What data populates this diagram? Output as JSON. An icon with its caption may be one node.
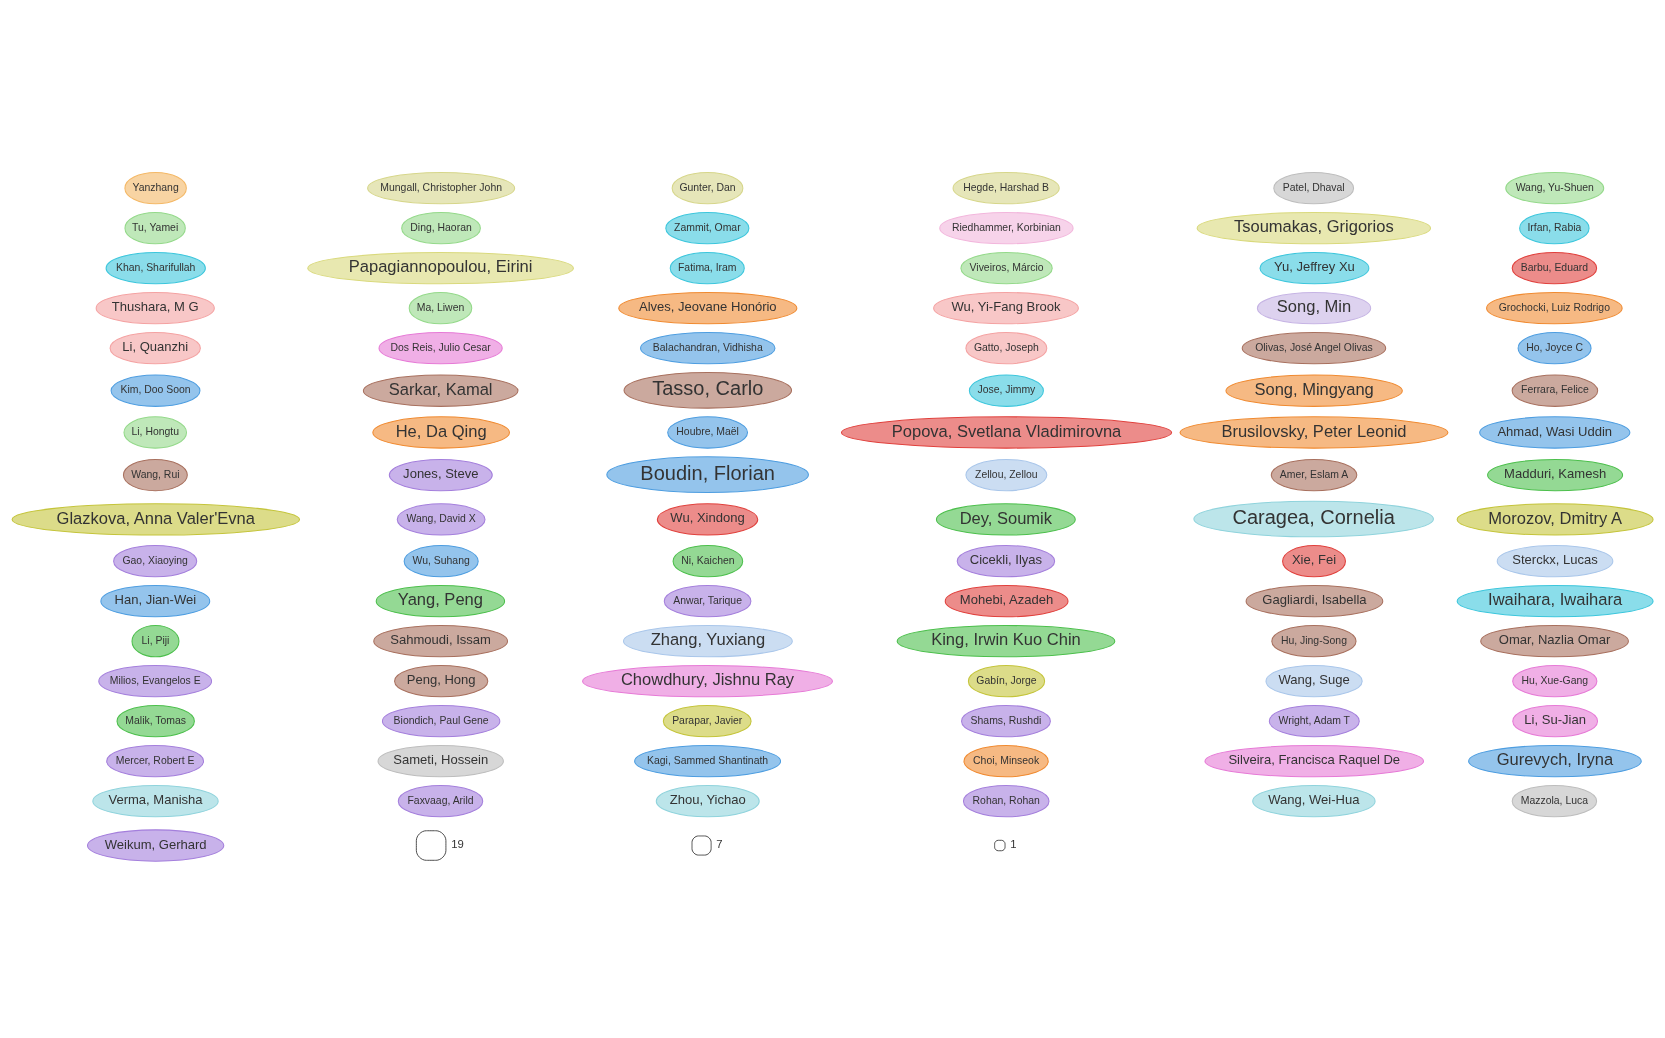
{
  "diagram": {
    "nodes": [
      {
        "text": [
          "Yanzhang"
        ]
      },
      {
        "text": [
          "Mungall, Christopher John"
        ]
      },
      {
        "text": [
          "Gunter, Dan"
        ]
      },
      {
        "text": [
          "Hegde, Harshad B"
        ]
      },
      {
        "text": [
          "Patel, Dhaval"
        ]
      },
      {
        "text": [
          "Wang, Yu-Shuen"
        ]
      },
      {
        "text": [
          "Tu, Yamei"
        ]
      },
      {
        "text": [
          "Ding, Haoran"
        ]
      },
      {
        "text": [
          "Zammit, Omar"
        ]
      },
      {
        "text": [
          "Riedhammer, Korbinian"
        ]
      },
      {
        "text": [
          "Tsoumakas, Grigorios"
        ]
      },
      {
        "text": [
          "Irfan, Rabia"
        ]
      },
      {
        "text": [
          "Khan, Sharifullah"
        ]
      },
      {
        "text": [
          "Papagiannopoulou, Eirini"
        ]
      },
      {
        "text": [
          "Fatima, Iram"
        ]
      },
      {
        "text": [
          "Viveiros, Márcio"
        ]
      },
      {
        "text": [
          "Yu, Jeffrey Xu"
        ]
      },
      {
        "text": [
          "Barbu, Eduard"
        ]
      },
      {
        "text": [
          "Thushara, M G"
        ]
      },
      {
        "text": [
          "Ma, Liwen"
        ]
      },
      {
        "text": [
          "Alves, Jeovane Honório"
        ]
      },
      {
        "text": [
          "Wu, Yi-Fang Brook"
        ]
      },
      {
        "text": [
          "Song, Min"
        ]
      },
      {
        "text": [
          "Grochocki, Luiz Rodrigo"
        ]
      },
      {
        "text": [
          "Li, Quanzhi"
        ]
      },
      {
        "text": [
          "Dos Reis, Julio Cesar"
        ]
      },
      {
        "text": [
          "Balachandran, Vidhisha"
        ]
      },
      {
        "text": [
          "Gatto, Joseph"
        ]
      },
      {
        "text": [
          "Olivas, José Angel Olivas"
        ]
      },
      {
        "text": [
          "Ho, Joyce C"
        ]
      },
      {
        "text": [
          "Kim, Doo Soon"
        ]
      },
      {
        "text": [
          "Sarkar, Kamal"
        ]
      },
      {
        "text": [
          "Tasso, Carlo"
        ]
      },
      {
        "text": [
          "Jose, Jimmy"
        ]
      },
      {
        "text": [
          "Song, Mingyang"
        ]
      },
      {
        "text": [
          "Ferrara, Felice"
        ]
      },
      {
        "text": [
          "Li, Hongtu"
        ]
      },
      {
        "text": [
          "He, Da Qing"
        ]
      },
      {
        "text": [
          "Houbre, Maël"
        ]
      },
      {
        "text": [
          "Popova, Svetlana Vladimirovna"
        ]
      },
      {
        "text": [
          "Brusilovsky, Peter Leonid"
        ]
      },
      {
        "text": [
          "Ahmad, Wasi Uddin"
        ]
      },
      {
        "text": [
          "Wang, Rui"
        ]
      },
      {
        "text": [
          "Jones, Steve"
        ]
      },
      {
        "text": [
          "Boudin, Florian"
        ]
      },
      {
        "text": [
          "Zellou, Zellou"
        ]
      },
      {
        "text": [
          "Amer, Eslam A"
        ]
      },
      {
        "text": [
          "Madduri, Kamesh"
        ]
      },
      {
        "text": [
          "Glazkova, Anna Valer'Evna"
        ]
      },
      {
        "text": [
          "Wang, David X"
        ]
      },
      {
        "text": [
          "Wu, Xindong"
        ]
      },
      {
        "text": [
          "Dey, Soumik"
        ]
      },
      {
        "text": [
          "Caragea, Cornelia"
        ]
      },
      {
        "text": [
          "Morozov, Dmitry A"
        ]
      },
      {
        "text": [
          "Gao, Xiaoying"
        ]
      },
      {
        "text": [
          "Wu, Suhang"
        ]
      },
      {
        "text": [
          "Ni, Kaichen"
        ]
      },
      {
        "text": [
          "Cicekli, Ilyas"
        ]
      },
      {
        "text": [
          "Xie, Fei"
        ]
      },
      {
        "text": [
          "Sterckx, Lucas"
        ]
      },
      {
        "text": [
          "Han, Jian-Wei"
        ]
      },
      {
        "text": [
          "Yang, Peng"
        ]
      },
      {
        "text": [
          "Anwar, Tarique"
        ]
      },
      {
        "text": [
          "Mohebi, Azadeh"
        ]
      },
      {
        "text": [
          "Gagliardi, Isabella"
        ]
      },
      {
        "text": [
          "Iwaihara, Iwaihara"
        ]
      },
      {
        "text": [
          "Li, Piji"
        ]
      },
      {
        "text": [
          "Sahmoudi, Issam"
        ]
      },
      {
        "text": [
          "Zhang, Yuxiang"
        ]
      },
      {
        "text": [
          "King, Irwin Kuo Chin"
        ]
      },
      {
        "text": [
          "Hu, Jing-Song"
        ]
      },
      {
        "text": [
          "Omar, Nazlia Omar"
        ]
      },
      {
        "text": [
          "Milios, Evangelos E"
        ]
      },
      {
        "text": [
          "Peng, Hong"
        ]
      },
      {
        "text": [
          "Chowdhury, Jishnu Ray"
        ]
      },
      {
        "text": [
          "Gabín, Jorge"
        ]
      },
      {
        "text": [
          "Wang, Suge"
        ]
      },
      {
        "text": [
          "Hu, Xue-Gang"
        ]
      },
      {
        "text": [
          "Malik, Tomas"
        ]
      },
      {
        "text": [
          "Biondich, Paul Gene"
        ]
      },
      {
        "text": [
          "Parapar, Javier"
        ]
      },
      {
        "text": [
          "Shams, Rushdi"
        ]
      },
      {
        "text": [
          "Wright, Adam T"
        ]
      },
      {
        "text": [
          "Li, Su-Jian"
        ]
      },
      {
        "text": [
          "Mercer, Robert E"
        ]
      },
      {
        "text": [
          "Sameti, Hossein"
        ]
      },
      {
        "text": [
          "Kagi, Sammed Shantinath"
        ]
      },
      {
        "text": [
          "Choi, Minseok"
        ]
      },
      {
        "text": [
          "Silveira, Francisca Raquel De"
        ]
      },
      {
        "text": [
          "Gurevych, Iryna"
        ]
      },
      {
        "text": [
          "Verma, Manisha"
        ]
      },
      {
        "text": [
          "Faxvaag, Arild"
        ]
      },
      {
        "text": [
          "Zhou, Yichao"
        ]
      },
      {
        "text": [
          "Rohan, Rohan"
        ]
      },
      {
        "text": [
          "Wang, Wei-Hua"
        ]
      },
      {
        "text": [
          "Mazzola, Luca"
        ]
      },
      {
        "text": [
          "Weikum, Gerhard"
        ]
      }
    ],
    "legend": [
      {
        "text": "19"
      },
      {
        "text": "7"
      },
      {
        "text": "1"
      }
    ]
  }
}
